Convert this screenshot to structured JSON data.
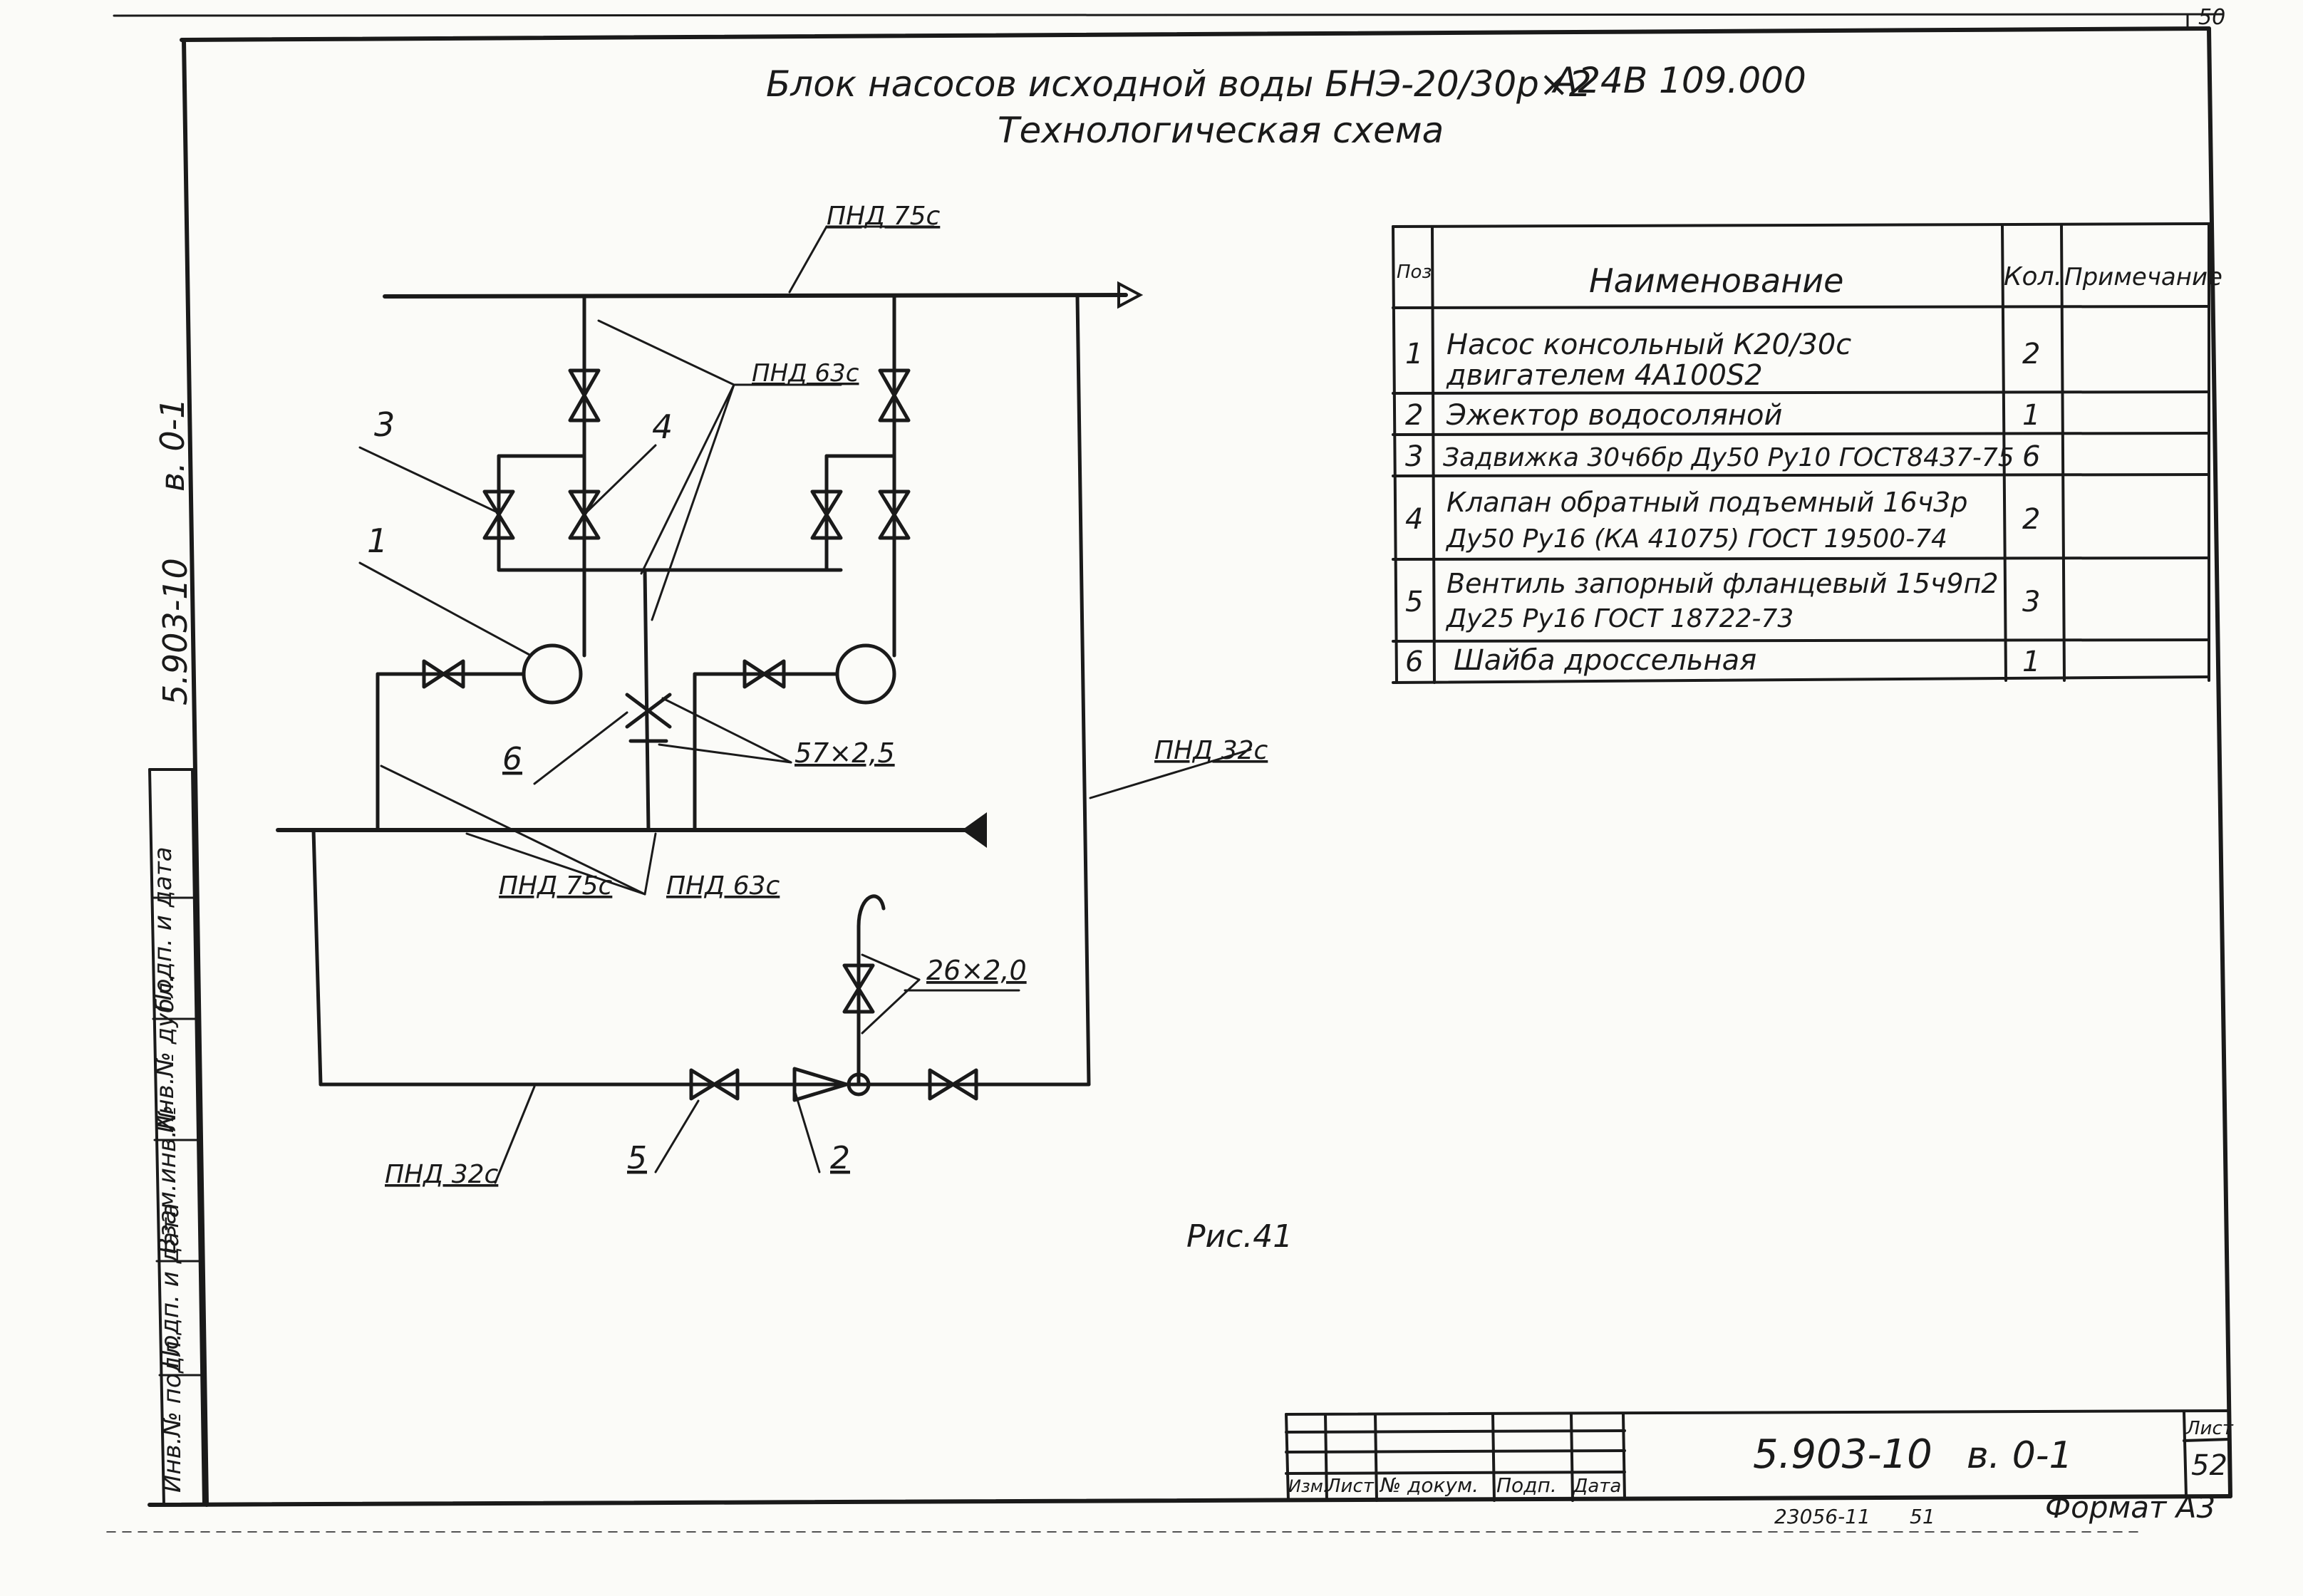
{
  "title": {
    "line1": "Блок насосов исходной воды БНЭ-20/30р×2",
    "code": "А24В 109.000",
    "line2": "Технологическая схема"
  },
  "corner_number": "50",
  "side": {
    "doc_code": "5.903-10",
    "volume": "в. 0-1",
    "stamp_cells": [
      "Инв.№ подл.",
      "Подп. и дата",
      "Взам.инв.№",
      "Инв.№ дубл.",
      "Подп. и дата"
    ]
  },
  "labels": {
    "pipe_top": "ПНД 75с",
    "pipe_63_top": "ПНД 63с",
    "pipe_right": "ПНД 32с",
    "pipe_57": "57×2,5",
    "pipe_75_bottom": "ПНД 75с",
    "pipe_63_bottom": "ПНД 63с",
    "pipe_26": "26×2,0",
    "pipe_32_bottom": "ПНД 32с",
    "pos1": "1",
    "pos2": "2",
    "pos3": "3",
    "pos4": "4",
    "pos5": "5",
    "pos6": "6",
    "figure": "Рис.41"
  },
  "table": {
    "headers": [
      "Поз",
      "Наименование",
      "Кол.",
      "Примечание"
    ],
    "rows": [
      {
        "pos": "1",
        "name1": "Насос консольный К20/30с",
        "name2": "двигателем 4А100S2",
        "qty": "2"
      },
      {
        "pos": "2",
        "name1": "Эжектор водосоляной",
        "name2": "",
        "qty": "1"
      },
      {
        "pos": "3",
        "name1": "Задвижка 30ч6бр Ду50 Ру10 ГОСТ8437-75",
        "name2": "",
        "qty": "6"
      },
      {
        "pos": "4",
        "name1": "Клапан обратный подъемный 16ч3р",
        "name2": "Ду50 Ру16 (КА 41075) ГОСТ 19500-74",
        "qty": "2"
      },
      {
        "pos": "5",
        "name1": "Вентиль запорный фланцевый 15ч9п2",
        "name2": "Ду25 Ру16 ГОСТ 18722-73",
        "qty": "3"
      },
      {
        "pos": "6",
        "name1": "Шайба дроссельная",
        "name2": "",
        "qty": "1"
      }
    ]
  },
  "stamp": {
    "cols": [
      "Изм.",
      "Лист",
      "№ докум.",
      "Подп.",
      "Дата"
    ],
    "doc_code": "5.903-10",
    "volume": "в. 0-1",
    "sheet_label": "Лист",
    "sheet_number": "52",
    "order_number": "23056-11",
    "copy_number": "51",
    "format": "Формат А3"
  }
}
